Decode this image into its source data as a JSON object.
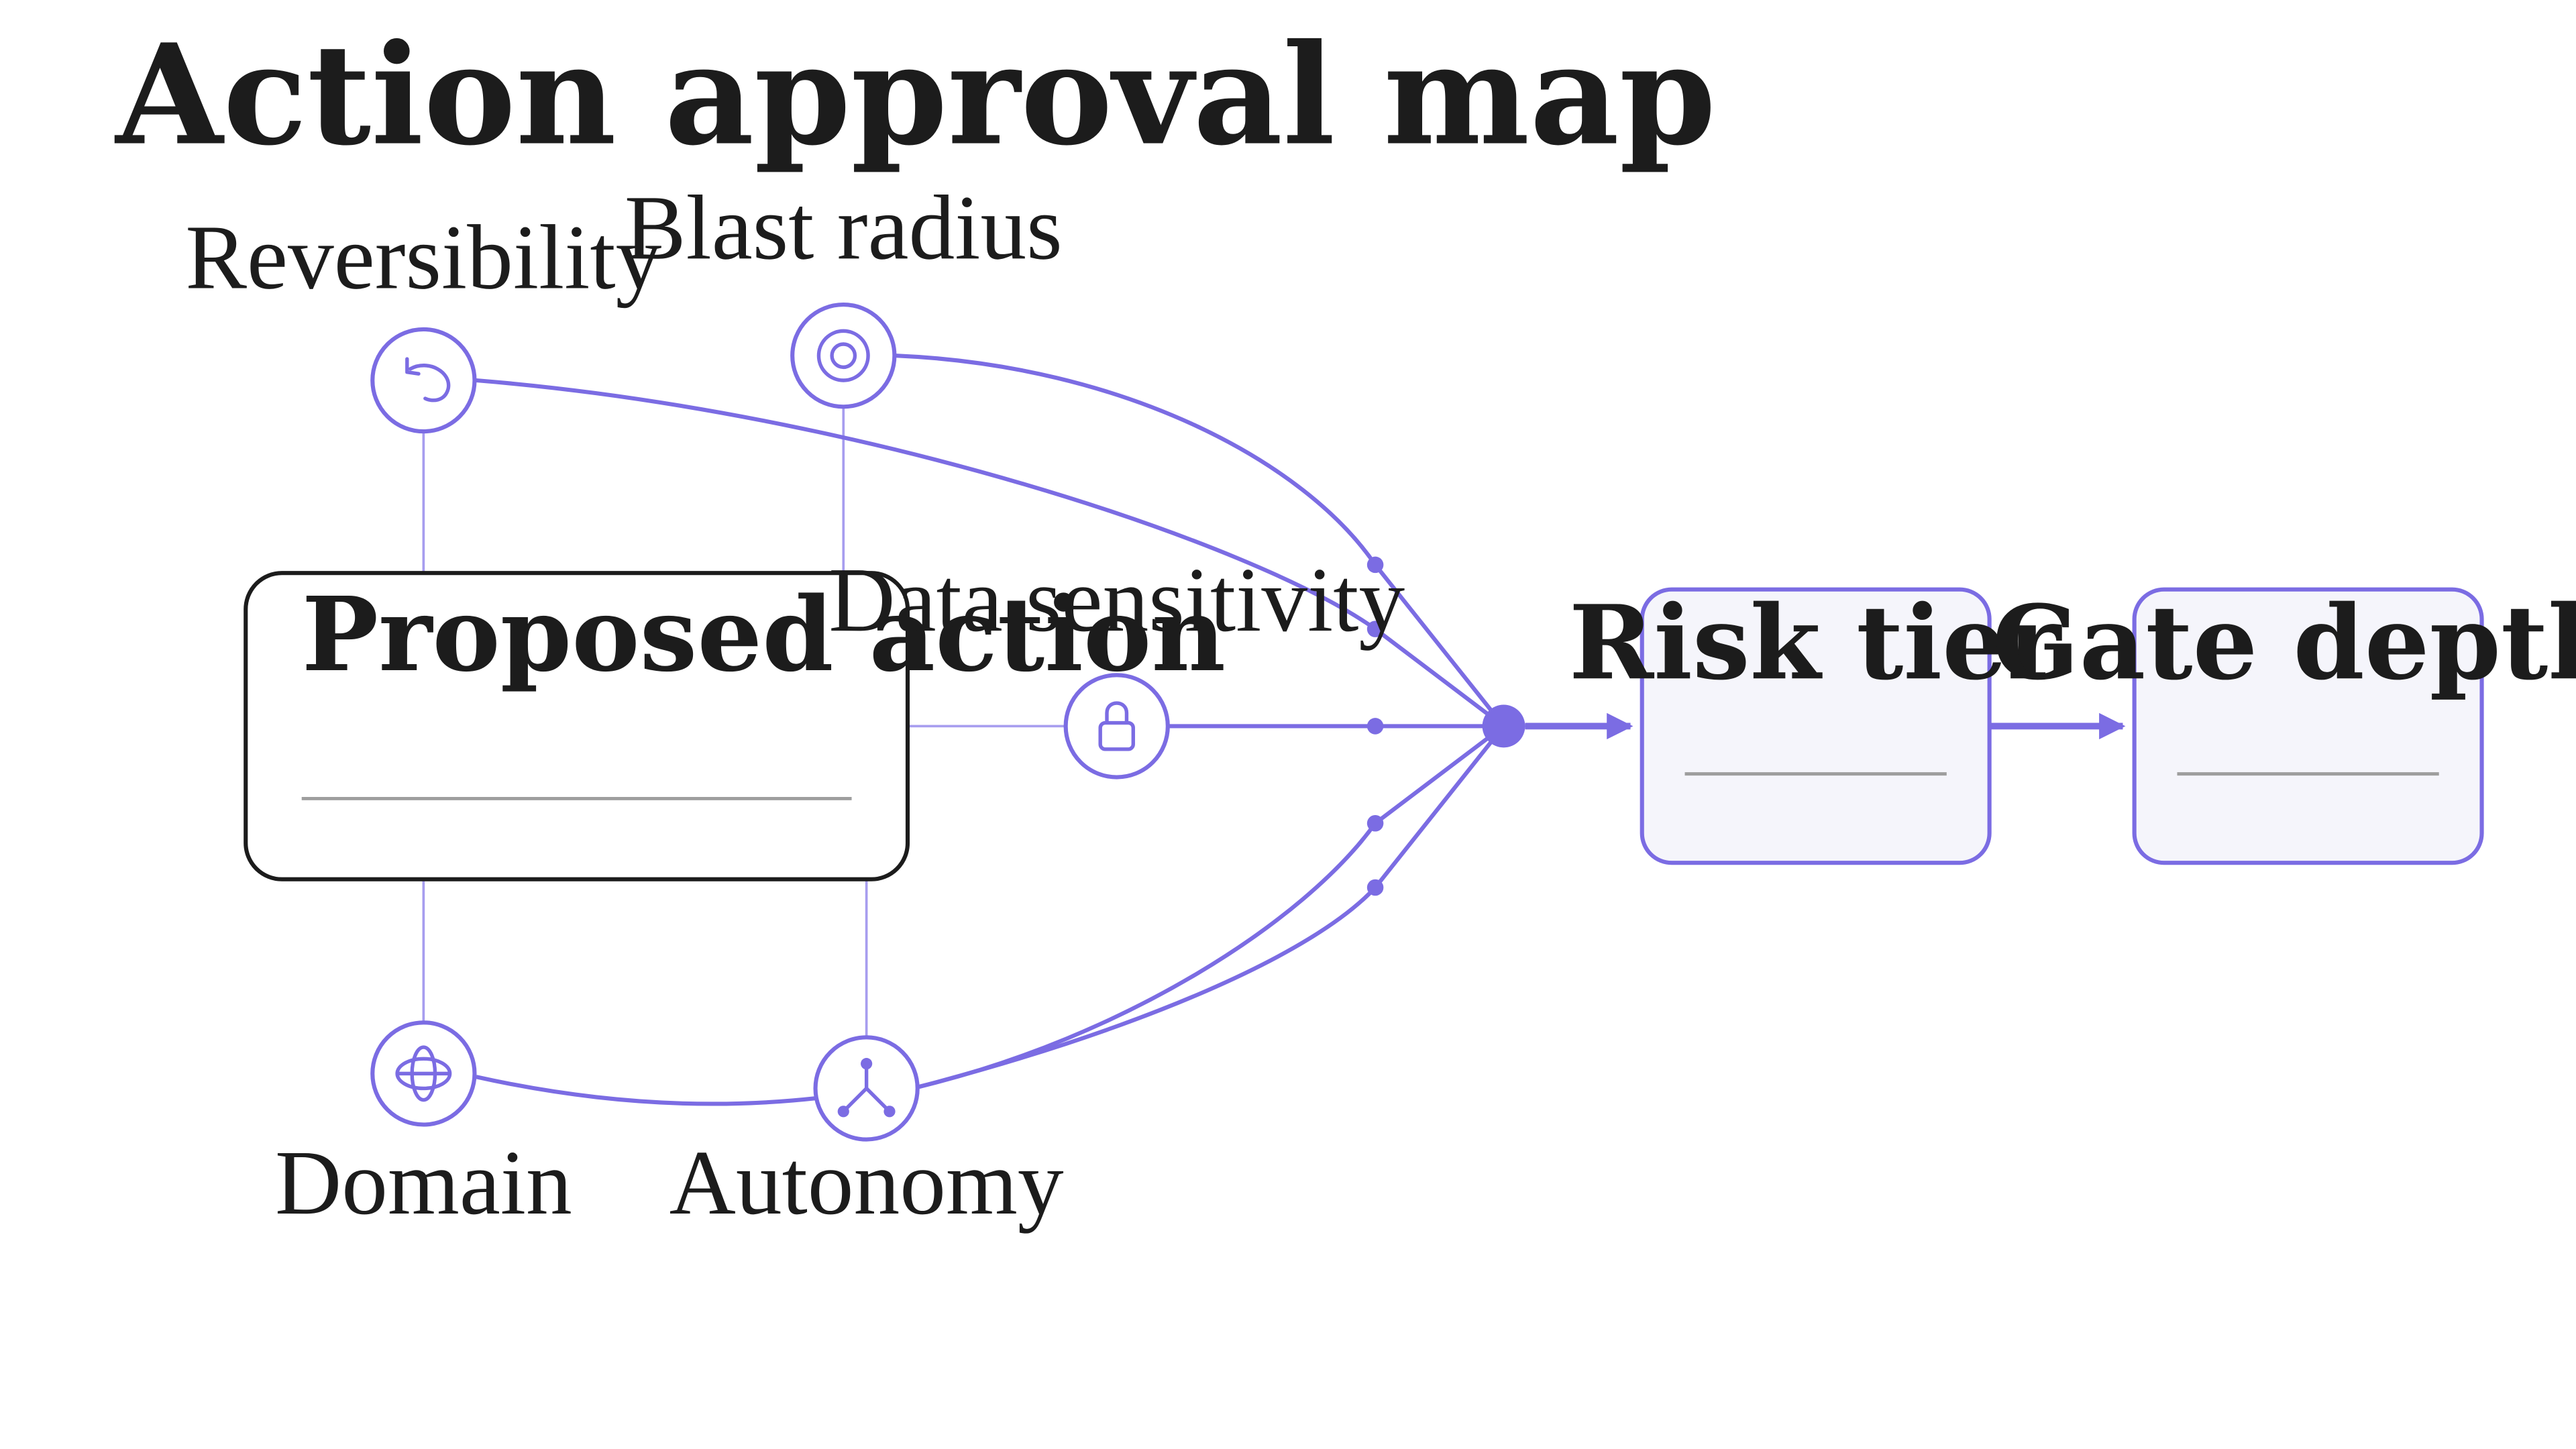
{
  "title": "Action approval map",
  "colors": {
    "accent": "#7B6CE3",
    "accent_light": "#A79DEF",
    "box_fill": "#F5F5FB",
    "ink": "#1c1c1c",
    "rule": "#9e9e9e"
  },
  "source": {
    "label": "Proposed action"
  },
  "factors": {
    "reversibility": {
      "label": "Reversibility",
      "icon": "undo-icon"
    },
    "blast_radius": {
      "label": "Blast radius",
      "icon": "target-icon"
    },
    "data_sensitivity": {
      "label": "Data sensitivity",
      "icon": "lock-icon"
    },
    "domain": {
      "label": "Domain",
      "icon": "globe-icon"
    },
    "autonomy": {
      "label": "Autonomy",
      "icon": "network-icon"
    }
  },
  "outputs": {
    "risk_tier": {
      "label": "Risk tier"
    },
    "gate_depth": {
      "label": "Gate depth"
    }
  }
}
